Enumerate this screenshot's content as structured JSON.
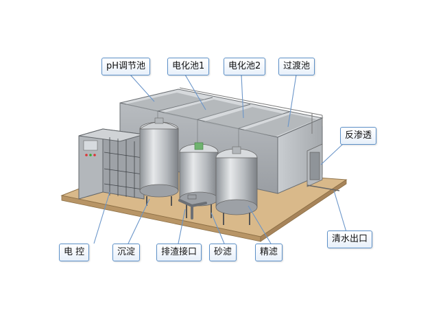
{
  "diagram": {
    "labels": {
      "ph_tank": "pH调节池",
      "electro_tank_1": "电化池1",
      "electro_tank_2": "电化池2",
      "transition_tank": "过渡池",
      "reverse_osmosis": "反渗透",
      "clean_water_outlet": "清水出口",
      "electric_control": "电 控",
      "sedimentation": "沉淀",
      "sludge_outlet": "排渣接口",
      "sand_filter": "砂滤",
      "fine_filter": "精滤"
    },
    "colors": {
      "callout_border": "#5b8fc7",
      "leader_line": "#6a95c9",
      "base_plate": "#d9b98a",
      "tank_metal": "#bfc3c7",
      "tank_box": "#a9adb1"
    }
  }
}
